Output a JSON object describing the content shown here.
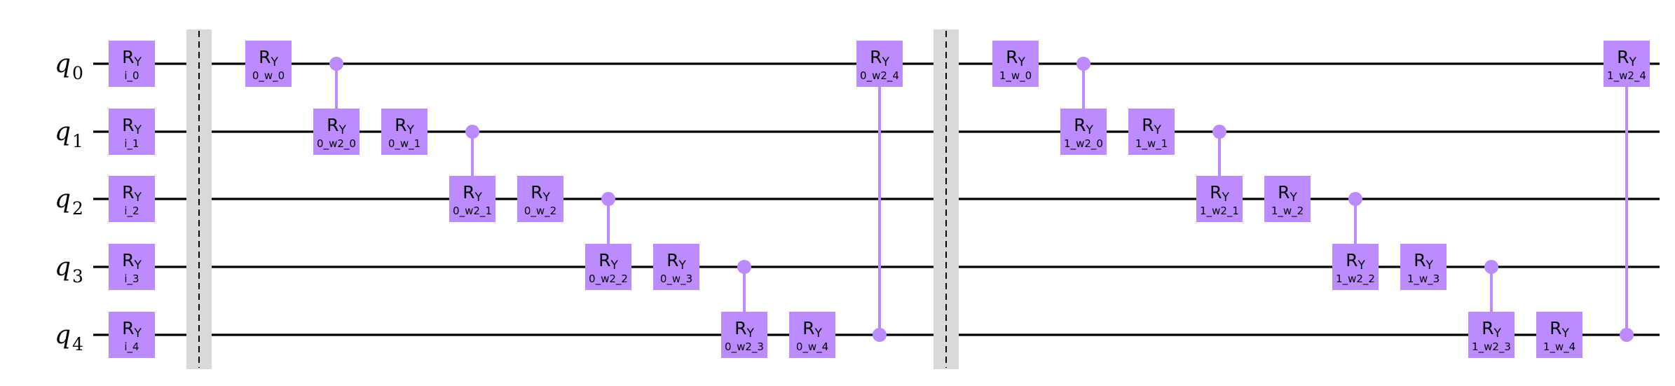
{
  "colors": {
    "gate": "#bb8bff",
    "control": "#bb8bff",
    "wire": "#000000",
    "barrier": "#d9d9d9"
  },
  "qubits": [
    {
      "name": "q",
      "index": "0"
    },
    {
      "name": "q",
      "index": "1"
    },
    {
      "name": "q",
      "index": "2"
    },
    {
      "name": "q",
      "index": "3"
    },
    {
      "name": "q",
      "index": "4"
    }
  ],
  "gate_name": "R",
  "gate_sub": "Y",
  "operations": [
    {
      "type": "ry",
      "qubit": 0,
      "param": "i_0",
      "col": 0
    },
    {
      "type": "ry",
      "qubit": 1,
      "param": "i_1",
      "col": 0
    },
    {
      "type": "ry",
      "qubit": 2,
      "param": "i_2",
      "col": 0
    },
    {
      "type": "ry",
      "qubit": 3,
      "param": "i_3",
      "col": 0
    },
    {
      "type": "ry",
      "qubit": 4,
      "param": "i_4",
      "col": 0
    },
    {
      "type": "barrier",
      "col": 1
    },
    {
      "type": "ry",
      "qubit": 0,
      "param": "0_w_0",
      "col": 2
    },
    {
      "type": "cry",
      "control": 0,
      "target": 1,
      "param": "0_w2_0",
      "col": 3
    },
    {
      "type": "ry",
      "qubit": 1,
      "param": "0_w_1",
      "col": 4
    },
    {
      "type": "cry",
      "control": 1,
      "target": 2,
      "param": "0_w2_1",
      "col": 5
    },
    {
      "type": "ry",
      "qubit": 2,
      "param": "0_w_2",
      "col": 6
    },
    {
      "type": "cry",
      "control": 2,
      "target": 3,
      "param": "0_w2_2",
      "col": 7
    },
    {
      "type": "ry",
      "qubit": 3,
      "param": "0_w_3",
      "col": 8
    },
    {
      "type": "cry",
      "control": 3,
      "target": 4,
      "param": "0_w2_3",
      "col": 9
    },
    {
      "type": "ry",
      "qubit": 4,
      "param": "0_w_4",
      "col": 10
    },
    {
      "type": "cry",
      "control": 4,
      "target": 0,
      "param": "0_w2_4",
      "col": 11
    },
    {
      "type": "barrier",
      "col": 12
    },
    {
      "type": "ry",
      "qubit": 0,
      "param": "1_w_0",
      "col": 13
    },
    {
      "type": "cry",
      "control": 0,
      "target": 1,
      "param": "1_w2_0",
      "col": 14
    },
    {
      "type": "ry",
      "qubit": 1,
      "param": "1_w_1",
      "col": 15
    },
    {
      "type": "cry",
      "control": 1,
      "target": 2,
      "param": "1_w2_1",
      "col": 16
    },
    {
      "type": "ry",
      "qubit": 2,
      "param": "1_w_2",
      "col": 17
    },
    {
      "type": "cry",
      "control": 2,
      "target": 3,
      "param": "1_w2_2",
      "col": 18
    },
    {
      "type": "ry",
      "qubit": 3,
      "param": "1_w_3",
      "col": 19
    },
    {
      "type": "cry",
      "control": 3,
      "target": 4,
      "param": "1_w2_3",
      "col": 20
    },
    {
      "type": "ry",
      "qubit": 4,
      "param": "1_w_4",
      "col": 21
    },
    {
      "type": "cry",
      "control": 4,
      "target": 0,
      "param": "1_w2_4",
      "col": 22
    }
  ]
}
